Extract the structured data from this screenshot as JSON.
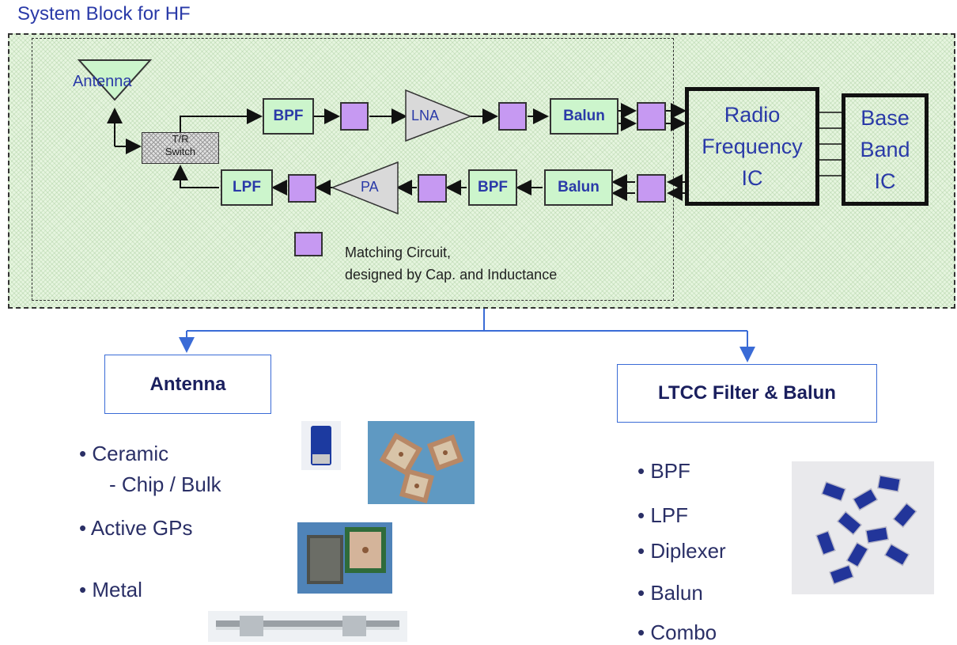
{
  "title": "System Block for HF",
  "blocks": {
    "antenna": "Antenna",
    "tr_switch_line1": "T/R",
    "tr_switch_line2": "Switch",
    "bpf_rx": "BPF",
    "lna": "LNA",
    "balun_rx": "Balun",
    "lpf_tx": "LPF",
    "pa": "PA",
    "bpf_tx": "BPF",
    "balun_tx": "Balun",
    "rf_ic_line1": "Radio",
    "rf_ic_line2": "Frequency",
    "rf_ic_line3": "IC",
    "bb_ic_line1": "Base",
    "bb_ic_line2": "Band",
    "bb_ic_line3": "IC"
  },
  "legend": {
    "line1": "Matching Circuit,",
    "line2": "designed by Cap. and Inductance"
  },
  "categories": {
    "antenna": "Antenna",
    "ltcc": "LTCC Filter & Balun"
  },
  "antenna_items": {
    "ceramic": "• Ceramic",
    "chip_bulk": "- Chip / Bulk",
    "active_gps": "• Active GPs",
    "metal": "• Metal"
  },
  "ltcc_items": [
    "• BPF",
    "• LPF",
    "• Diplexer",
    "• Balun",
    "• Combo"
  ],
  "colors": {
    "block_fill": "#ccf5cc",
    "matching_fill": "#c699f2",
    "text_blue": "#2a3aa8",
    "connector_blue": "#3a6bd6"
  }
}
